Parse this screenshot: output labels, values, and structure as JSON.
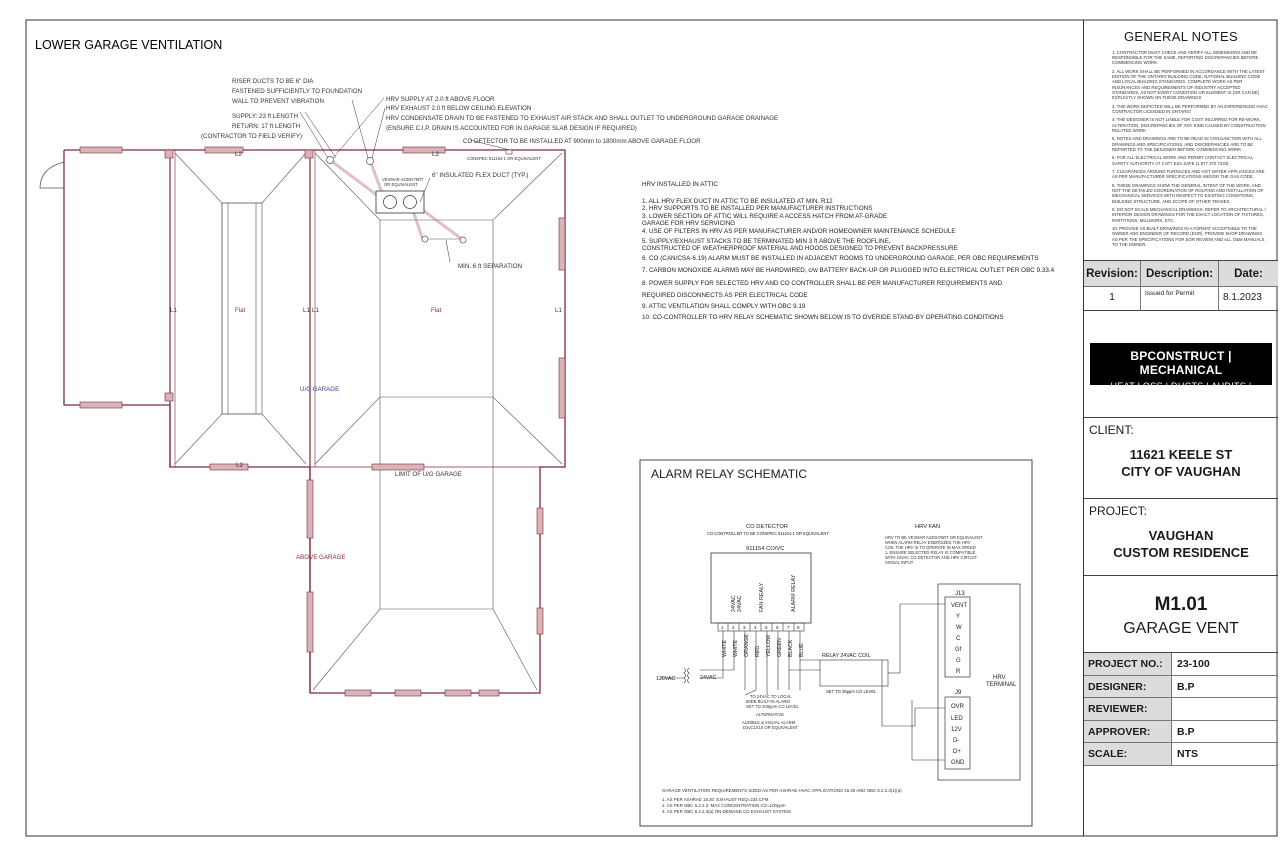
{
  "sheet_title": "LOWER GARAGE VENTILATION",
  "callouts": {
    "riser": [
      "RISER DUCTS TO BE 6\" DIA",
      "FASTENED SUFFICIENTLY TO FOUNDATION",
      "WALL TO PREVENT VIBRATION"
    ],
    "supply": "SUPPLY: 23 ft LENGTH",
    "return": "RETURN: 17 ft LENGTH",
    "contractor": "(CONTRACTOR TO FIELD VERIFY)",
    "hrv_supply": "HRV SUPPLY AT 2.0 ft ABOVE FLOOR",
    "hrv_exhaust": "HRV EXHAUST 2.0 ft BELOW  CEILING ELEVATION",
    "condensate": "HRV CONDENSATE DRAIN TO BE FASTENED TO EXHAUST AIR STACK AND SHALL OUTLET TO UNDERGROUND GARAGE DRAINAGE",
    "cip": "(ENSURE C.I.P. DRAIN IS ACCOUNTED FOR IN GARAGE SLAB DESIGN IF REQUIRED)",
    "co_detector": "CO DETECTOR TO BE INSTALLED AT 900mm to 1800mm ABOVE GARAGE FLOOR",
    "conspec": "CONSPEC 911154-1 OR EQUIVALENT",
    "vevmar": [
      "VEVMAR A230H75RT",
      "OR EQUIVALENT"
    ],
    "flex": "6\" INSULATED FLEX DUCT (TYP.)",
    "separation": "MIN. 6 ft SEPARATION"
  },
  "plan_labels": {
    "l1": "L1",
    "l2": "L2",
    "flat": "Flat",
    "ug_garage": "U/G GARAGE",
    "limit": "LIMIT OF U/G GARAGE",
    "above_garage": "ABOVE GARAGE"
  },
  "attic_notes": {
    "title": "HRV INSTALLED IN ATTIC",
    "items": [
      "1. ALL HRV FLEX DUCT IN ATTIC TO BE INSULATED AT MIN. R12",
      "2. HRV SUPPORTS TO BE INSTALLED PER MANUFACTURER INSTRUCTIONS",
      "3. LOWER SECTION OF ATTIC WILL REQUIRE A ACCESS HATCH FROM AT-GRADE",
      "    GARAGE FOR HRV SERVICING",
      "4. USE OF FILTERS IN HRV AS PER MANUFACTURER AND/OR HOMEOWNER MAINTENANCE SCHEDULE",
      "5. SUPPLY/EXHAUST STACKS TO BE TERMINATED MIN 3 ft ABOVE THE ROOFLINE,",
      "    CONSTRUCTED OF WEATHERPROOF MATERIAL AND HOODS DESIGNED TO PREVENT BACKPRESSURE",
      "6. CO (CAN/CSA-6.19) ALARM MUST BE INSTALLED IN ADJACENT ROOMS TO UNDERGROUND GARAGE, PER OBC REQUIREMENTS",
      "7. CARBON MONOXIDE ALARMS MAY BE HARDWIRED, c/w BATTERY BACK-UP OR PLUGGED INTO ELECTRICAL OUTLET PER OBC 9.33.4",
      "8. POWER SUPPLY FOR SELECTED HRV AND CO CONTROLLER SHALL BE PER MANUFACTURER REQUIREMENTS AND",
      "    REQUIRED DISCONNECTS AS PER ELECTRICAL CODE",
      "9. ATTIC VENTILATION SHALL COMPLY WITH OBC 9.19",
      "10. CO-CONTROLLER TO HRV RELAY SCHEMATIC SHOWN BELOW IS TO OVERIDE STAND-BY OPERATING CONDITIONS"
    ]
  },
  "schematic": {
    "title": "ALARM RELAY SCHEMATIC",
    "co_title": "CO DETECTOR",
    "co_sub": "CO CONTROLLER TO BE CONSPEC 911154-1 OR EQUIVALENT",
    "co_model": "911154 CO/VC",
    "co_terms": [
      "24VAC",
      "24VAC",
      "",
      "FAN REALY",
      "",
      "ALARM RELAY"
    ],
    "co_nums": [
      "1",
      "2",
      "3",
      "4",
      "5",
      "6",
      "7",
      "8"
    ],
    "wires": [
      "WHITE",
      "WHITE",
      "ORANGE",
      "RED",
      "YELLOW",
      "GREEN",
      "BLACK",
      "BLUE"
    ],
    "hrv_title": "HRV FAN",
    "hrv_sub": [
      "HRV TO BE VEVMAR A230H75RT OR EQUIVALENT",
      "WHEN ALARM RELAY ENERGIZES THE HRV",
      "COIL THE HRV IS TO OPERATE IN MAX SPEED",
      "1. ENSURE SELECTED RELAY IS COMPATIBLE",
      "WITH 24VAC CO DETECTOR AND HRV CIRCUIT",
      "SIGNAL INPUT"
    ],
    "j13": "J13",
    "j13_terms": [
      "VENT",
      "Y",
      "W",
      "C",
      "Gf",
      "G",
      "R"
    ],
    "j9": "J9",
    "j9_terms": [
      "OVR",
      "LED",
      "12V",
      "D-",
      "D+",
      "GND"
    ],
    "hrv_terminal": [
      "HRV",
      "TERMINAL"
    ],
    "relay": "RELAY 24VAC COIL",
    "relay_set": "SET TO 35ppm CO LEVEL",
    "v120": "120VAC",
    "v24": "24VAC",
    "to_local": [
      "TO 24VAC TO LOCAL",
      "80DB BUILT-IN ALARM",
      "SET TO 200ppm CO LEVEL"
    ],
    "alternative": "ALTERNATIVE",
    "audible": [
      "AUDIBLE & VISUAL ALARM",
      "D2yC1X10 OR EQUIVALENT"
    ],
    "footer": "GARAGE VENTILATION REQUIREMENTS SIZED AS PER ASHRAE HVAC APPLICATIONS 15.20 AND OBC 6.2.2.3(1)(a)",
    "footer_items": [
      "1. AS PER ASHRAE 15.20: EXHAUST REQ=234 CFM",
      "2. AS PER OBC 6.2.2.3: MAX CONCENTRATION CO=100ppm",
      "3. AS PER OBC 6.2.2.3(a) ON-DEMAND CO EXHAUST SYSTEM"
    ]
  },
  "title_block": {
    "general_notes_title": "GENERAL NOTES",
    "general_notes": [
      "1.   CONTRACTOR MUST CHECK AND VERIFY ALL DIMENSIONS AND BE RESPONSIBLE FOR THE SAME, REPORTING DISCREPANCIES BEFORE COMMENCING WORK.",
      "2.   ALL WORK SHALL BE PERFORMED IN ACCORDANCE WITH THE LATEST EDITION OF THE ONTARIO BUILDING CODE, NATIONAL BUILDING CODE AND LOCAL BUILDING STANDARDS. COMPLETE WORK AS PER INSURANCES AND REQUIREMENTS OF INDUSTRY ACCEPTED STANDARDS, AS NOT EVERY CONDITION OR ELEMENT IS (OR CAN BE) EXPLICITLY SHOWN ON THESE DRAWINGS",
      "3.   THE WORK DEPICTED WILL BE PERFORMED BY AN EXPERIENCED HVAC CONTRACTOR LICENSED IN ONTARIO",
      "4.   THE DESIGNER IS NOT LIABLE FOR COST INCURRED FOR RE-WORK, ALTERATION, DISCREPANCIES OF ANY KIND CAUSED BY CONSTRUCTION RELATED WORK",
      "5.   NOTES AND DRAWINGS ARE TO BE READ IN CONJUNCTION WITH ALL DRAWINGS AND SPECIFICATIONS, AND DISCREPANCIES ARE TO BE REPORTED TO THE  DESIGNER BEFORE COMMENCING WORK.",
      "6.   FOR ALL ELECTRICAL WORK AND PERMIT CONTACT ELECTRICAL SAFETY AUTHORITY AT 1-877 ESA SAFE (1 877 372 7233)",
      "7.   CLEARANCES AROUND FURNACES AND HOT WATER APPLIANCES ARE AS PER MANUFACTURER SPECIFICATIONS AND/OR THE GAS CODE",
      "8.   THESE DRAWINGS SHOW THE GENERAL INTENT OF THE WORK, AND NOT THE DETAILED COORDINATION OF ROUTING AND INSTALLATION OF MECHANICAL SERVICES WITH RESPECT TO EXISTING CONDITIONS, BUILDING STRUCTURE, AND SCOPE OF OTHER TRADES",
      "9.   DO NOT SCALE MECHANICAL DRAWINGS. REFER TO ARCHITECTURAL / INTERIOR DESIGN DRAWINGS FOR THE EXACT LOCATION OF FIXTURES, PARTITIONS, MILLWORK, ETC.",
      "10. PROVIDE AS-BUILT DRAWINGS IN A FORMAT ACCEPTABLE TO THE OWNER AND ENGINEER OF RECORD (EOR). PROVIDE SHOP DRAWINGS AS PER THE SPECIFICATIONS FOR EOR REVIEW AND ALL O&M MANUALS TO THE OWNER."
    ],
    "revision_headers": [
      "Revision:",
      "Description:",
      "Date:"
    ],
    "revision_row": [
      "1",
      "Issued for Permit",
      "8.1.2023"
    ],
    "logo_line1": "BPCONSTRUCT | MECHANICAL",
    "logo_line2": "HEAT LOSS | DUCTS | AUDITS | PERMITS",
    "client_label": "CLIENT:",
    "client_line1": "11621 KEELE ST",
    "client_line2": "CITY OF VAUGHAN",
    "project_label": "PROJECT:",
    "project_line1": "VAUGHAN",
    "project_line2": "CUSTOM RESIDENCE",
    "sheet_number": "M1.01",
    "sheet_name": "GARAGE VENT",
    "project_no_label": "PROJECT NO.:",
    "project_no": "23-100",
    "designer_label": "DESIGNER:",
    "designer": "B.P",
    "reviewer_label": "REVIEWER:",
    "reviewer": "",
    "approver_label": "APPROVER:",
    "approver": "B.P",
    "scale_label": "SCALE:",
    "scale": "NTS"
  },
  "colors": {
    "wall": "#7a2c3a",
    "wall_fill": "#d9b3b8",
    "line": "#333333",
    "duct": "#c98a92",
    "text_blue": "#3a3a8a",
    "text_maroon": "#8a2c3a"
  }
}
